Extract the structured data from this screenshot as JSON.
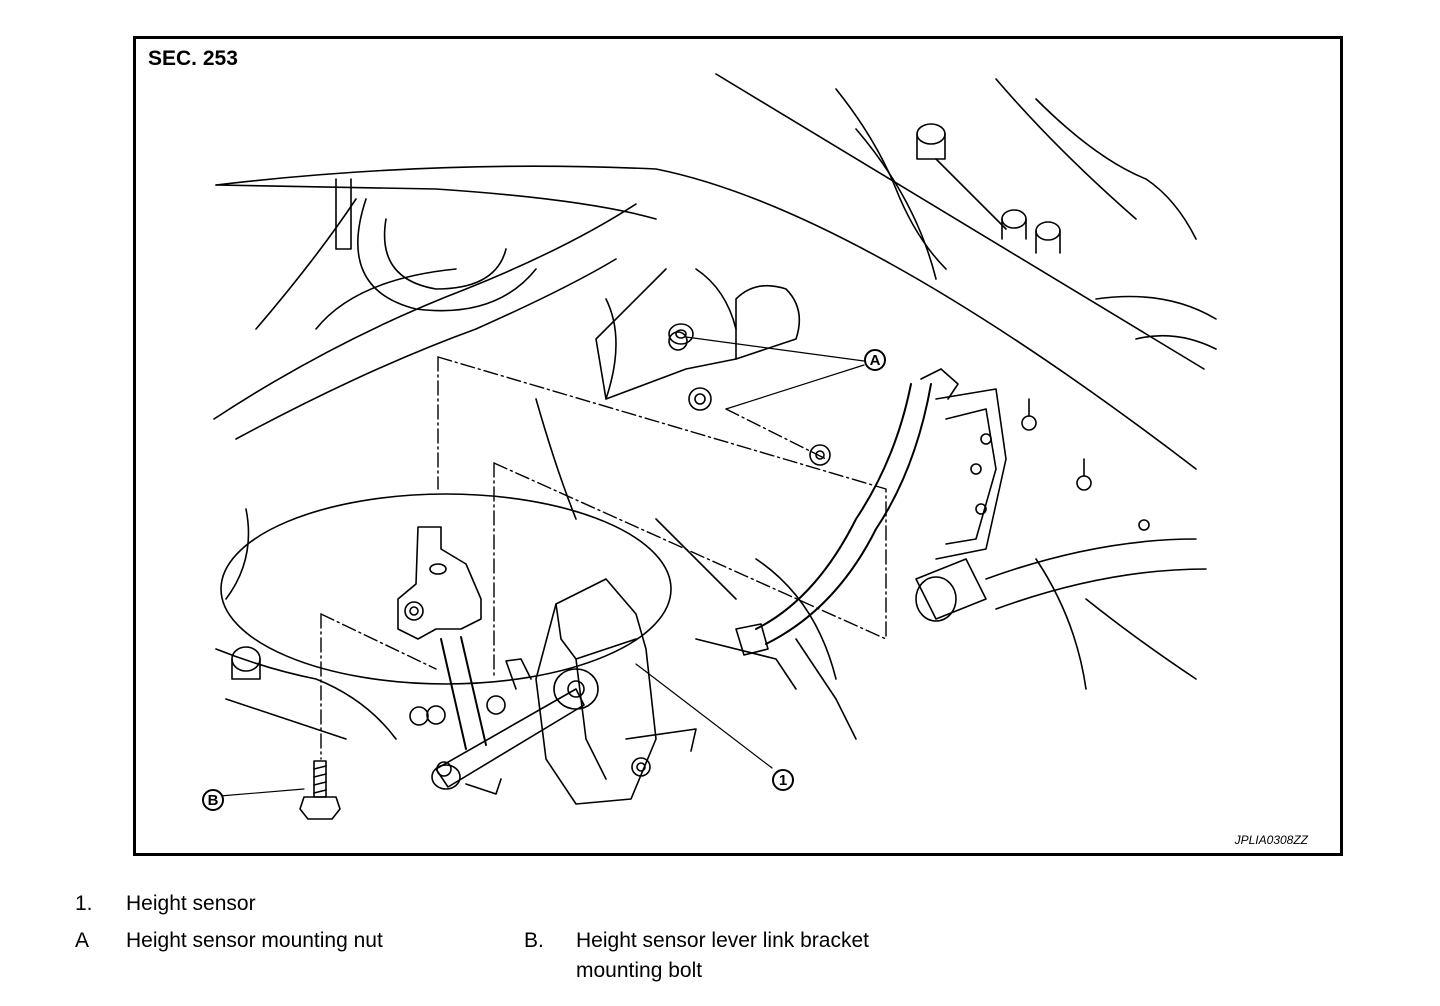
{
  "figure": {
    "section": "SEC. 253",
    "image_code": "JPLIA0308ZZ",
    "callouts": {
      "one": "1",
      "a": "A",
      "b": "B"
    }
  },
  "legend": [
    {
      "key": "1.",
      "text": "Height sensor"
    },
    {
      "key": "A",
      "text": "Height sensor mounting nut"
    },
    {
      "key": "B.",
      "text": "Height sensor lever link bracket mounting bolt"
    }
  ],
  "colors": {
    "line": "#000000",
    "background": "#ffffff"
  }
}
